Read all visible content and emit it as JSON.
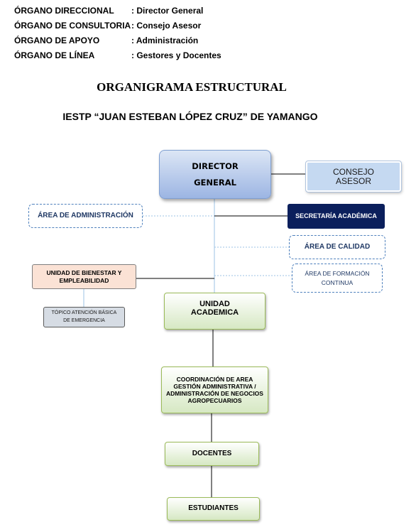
{
  "info": [
    {
      "label": "ÓRGANO DIRECCIONAL",
      "value": ": Director General"
    },
    {
      "label": "ÓRGANO DE CONSULTORIA",
      "value": ": Consejo Asesor"
    },
    {
      "label": "ÓRGANO DE APOYO",
      "value": ": Administración"
    },
    {
      "label": "ÓRGANO DE LÍNEA",
      "value": ": Gestores y Docentes"
    }
  ],
  "title": "ORGANIGRAMA ESTRUCTURAL",
  "subtitle": "IESTP “JUAN ESTEBAN LÓPEZ CRUZ” DE YAMANGO",
  "nodes": {
    "director": {
      "line1": "DIRECTOR",
      "line2": "GENERAL"
    },
    "consejo": {
      "line1": "CONSEJO",
      "line2": "ASESOR"
    },
    "administracion": "ÁREA DE ADMINISTRACIÓN",
    "secretaria": "SECRETARÍA ACADÉMICA",
    "calidad": "ÁREA DE CALIDAD",
    "bienestar": {
      "line1": "UNIDAD DE BIENESTAR Y",
      "line2": "EMPLEABILIDAD"
    },
    "formacion": {
      "line1": "ÁREA DE FORMACIÓN",
      "line2": "CONTINUA"
    },
    "unidad": {
      "line1": "UNIDAD",
      "line2": "ACADEMICA"
    },
    "topico": {
      "line1": "TÓPICO ATENCIÓN BÁSICA",
      "line2": "DE EMERGENCIA"
    },
    "coordinacion": {
      "line1": "COORDINACIÓN DE AREA",
      "line2": "GESTIÓN ADMINISTRATIVA /",
      "line3": "ADMINISTRACIÓN DE NEGOCIOS",
      "line4": "AGROPECUARIOS"
    },
    "docentes": "DOCENTES",
    "estudiantes": "ESTUDIANTES"
  },
  "colors": {
    "director_fill": "#b4c7e7",
    "consejo_fill": "#c5d9f1",
    "secretaria_fill": "#0b1f5c",
    "bienestar_fill": "#fbe2d5",
    "topico_fill": "#d6dce4",
    "green_border": "#9bbb59",
    "dashed_border": "#4f81bd",
    "connector_blue": "#9dc3e6"
  }
}
